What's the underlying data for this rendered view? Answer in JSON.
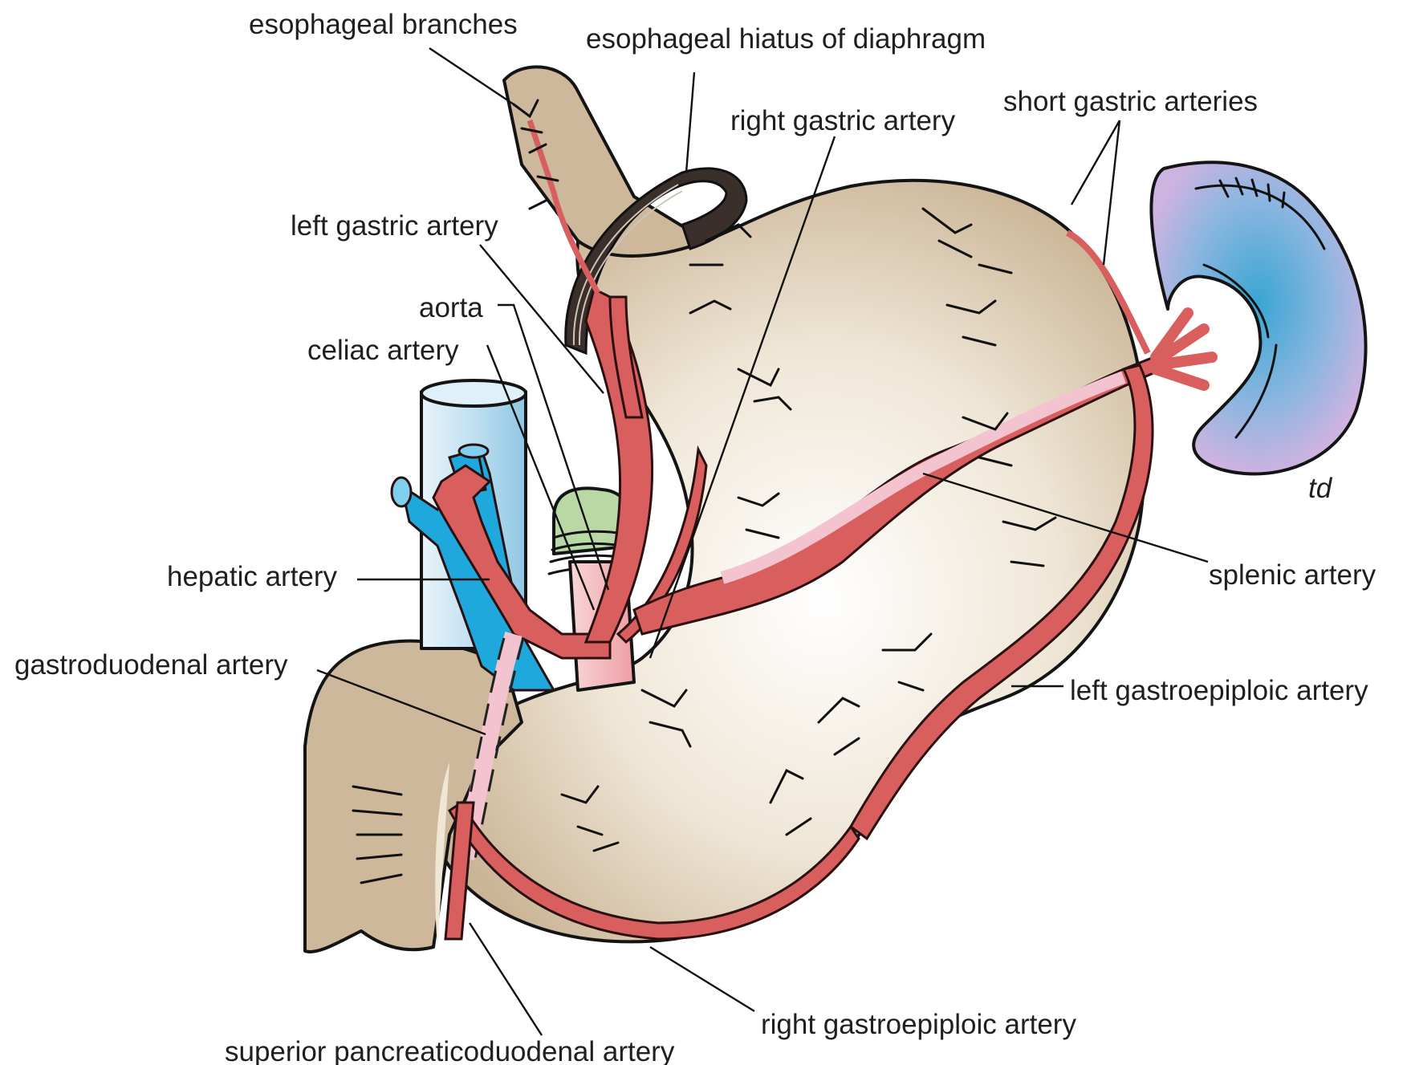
{
  "diagram": {
    "signature": "td",
    "colors": {
      "stomach": "#efe6d6",
      "esophagus_duodenum": "#cdb89c",
      "artery": "#d95f5f",
      "vena_cava": "#cfe6f3",
      "portal_vein": "#1fa8dc",
      "spleen_outer": "#cdb3e0",
      "spleen_inner": "#3aa6d2",
      "crus_green": "#b8d9a6",
      "gastroepiploic_dashed": "#f3c4cf"
    },
    "labels": {
      "esophageal_branches": "esophageal branches",
      "esophageal_hiatus": "esophageal hiatus of diaphragm",
      "right_gastric": "right gastric artery",
      "short_gastric": "short gastric arteries",
      "left_gastric": "left gastric artery",
      "aorta": "aorta",
      "celiac": "celiac artery",
      "hepatic": "hepatic artery",
      "splenic": "splenic artery",
      "gastroduodenal": "gastroduodenal artery",
      "left_gastroepiploic": "left gastroepiploic artery",
      "right_gastroepiploic": "right gastroepiploic artery",
      "superior_pancreaticoduodenal": "superior pancreaticoduodenal artery"
    }
  }
}
